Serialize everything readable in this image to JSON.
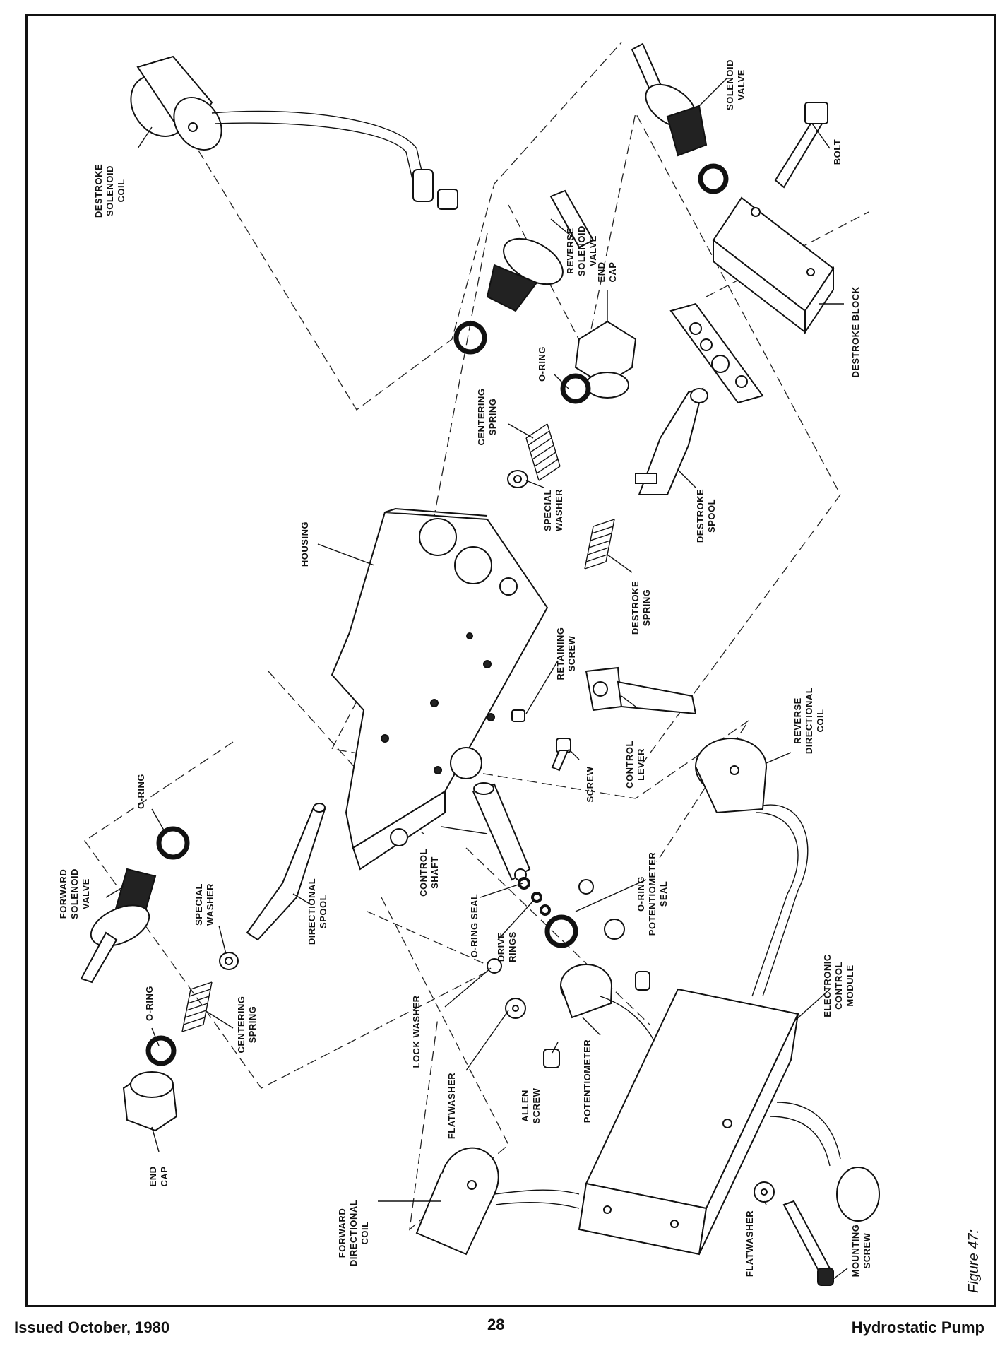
{
  "labels": {
    "destroke_solenoid_coil": [
      "DESTROKE",
      "SOLENOID",
      "COIL"
    ],
    "solenoid_valve": [
      "SOLENOID",
      "VALVE"
    ],
    "bolt": [
      "BOLT"
    ],
    "reverse_solenoid_valve": [
      "REVERSE",
      "SOLENOID",
      "VALVE"
    ],
    "destroke_block": [
      "DESTROKE BLOCK"
    ],
    "end_cap_top": [
      "END",
      "CAP"
    ],
    "o_ring_top": [
      "O-RING"
    ],
    "centering_spring_top": [
      "CENTERING",
      "SPRING"
    ],
    "special_washer_top": [
      "SPECIAL",
      "WASHER"
    ],
    "destroke_spool": [
      "DESTROKE",
      "SPOOL"
    ],
    "destroke_spring": [
      "DESTROKE",
      "SPRING"
    ],
    "housing": [
      "HOUSING"
    ],
    "retaining_screw": [
      "RETAINING",
      "SCREW"
    ],
    "control_lever": [
      "CONTROL",
      "LEVER"
    ],
    "screw": [
      "SCREW"
    ],
    "reverse_directional_coil": [
      "REVERSE",
      "DIRECTIONAL",
      "COIL"
    ],
    "o_ring_left": [
      "O-RING"
    ],
    "forward_solenoid_valve": [
      "FORWARD",
      "SOLENOID",
      "VALVE"
    ],
    "special_washer_left": [
      "SPECIAL",
      "WASHER"
    ],
    "directional_spool": [
      "DIRECTIONAL",
      "SPOOL"
    ],
    "control_shaft": [
      "CONTROL",
      "SHAFT"
    ],
    "o_ring_seal": [
      "O-RING SEAL"
    ],
    "drive_rings": [
      "DRIVE",
      "RINGS"
    ],
    "o_ring_potentiometer_seal": [
      "O-RING",
      "POTENTIOMETER",
      "SEAL"
    ],
    "electronic_control_module": [
      "ELECTRONIC",
      "CONTROL",
      "MODULE"
    ],
    "o_ring_bottom": [
      "O-RING"
    ],
    "centering_spring_bottom": [
      "CENTERING",
      "SPRING"
    ],
    "lock_washer": [
      "LOCK WASHER"
    ],
    "flatwasher_left": [
      "FLATWASHER"
    ],
    "allen_screw": [
      "ALLEN",
      "SCREW"
    ],
    "potentiometer": [
      "POTENTIOMETER"
    ],
    "end_cap_bottom": [
      "END",
      "CAP"
    ],
    "forward_directional_coil": [
      "FORWARD",
      "DIRECTIONAL",
      "COIL"
    ],
    "flatwasher_right": [
      "FLATWASHER"
    ],
    "mounting_screw": [
      "MOUNTING",
      "SCREW"
    ]
  },
  "figure_caption": "Figure 47:",
  "footer": {
    "left": "Issued October, 1980",
    "page_number": "28",
    "right": "Hydrostatic Pump"
  }
}
